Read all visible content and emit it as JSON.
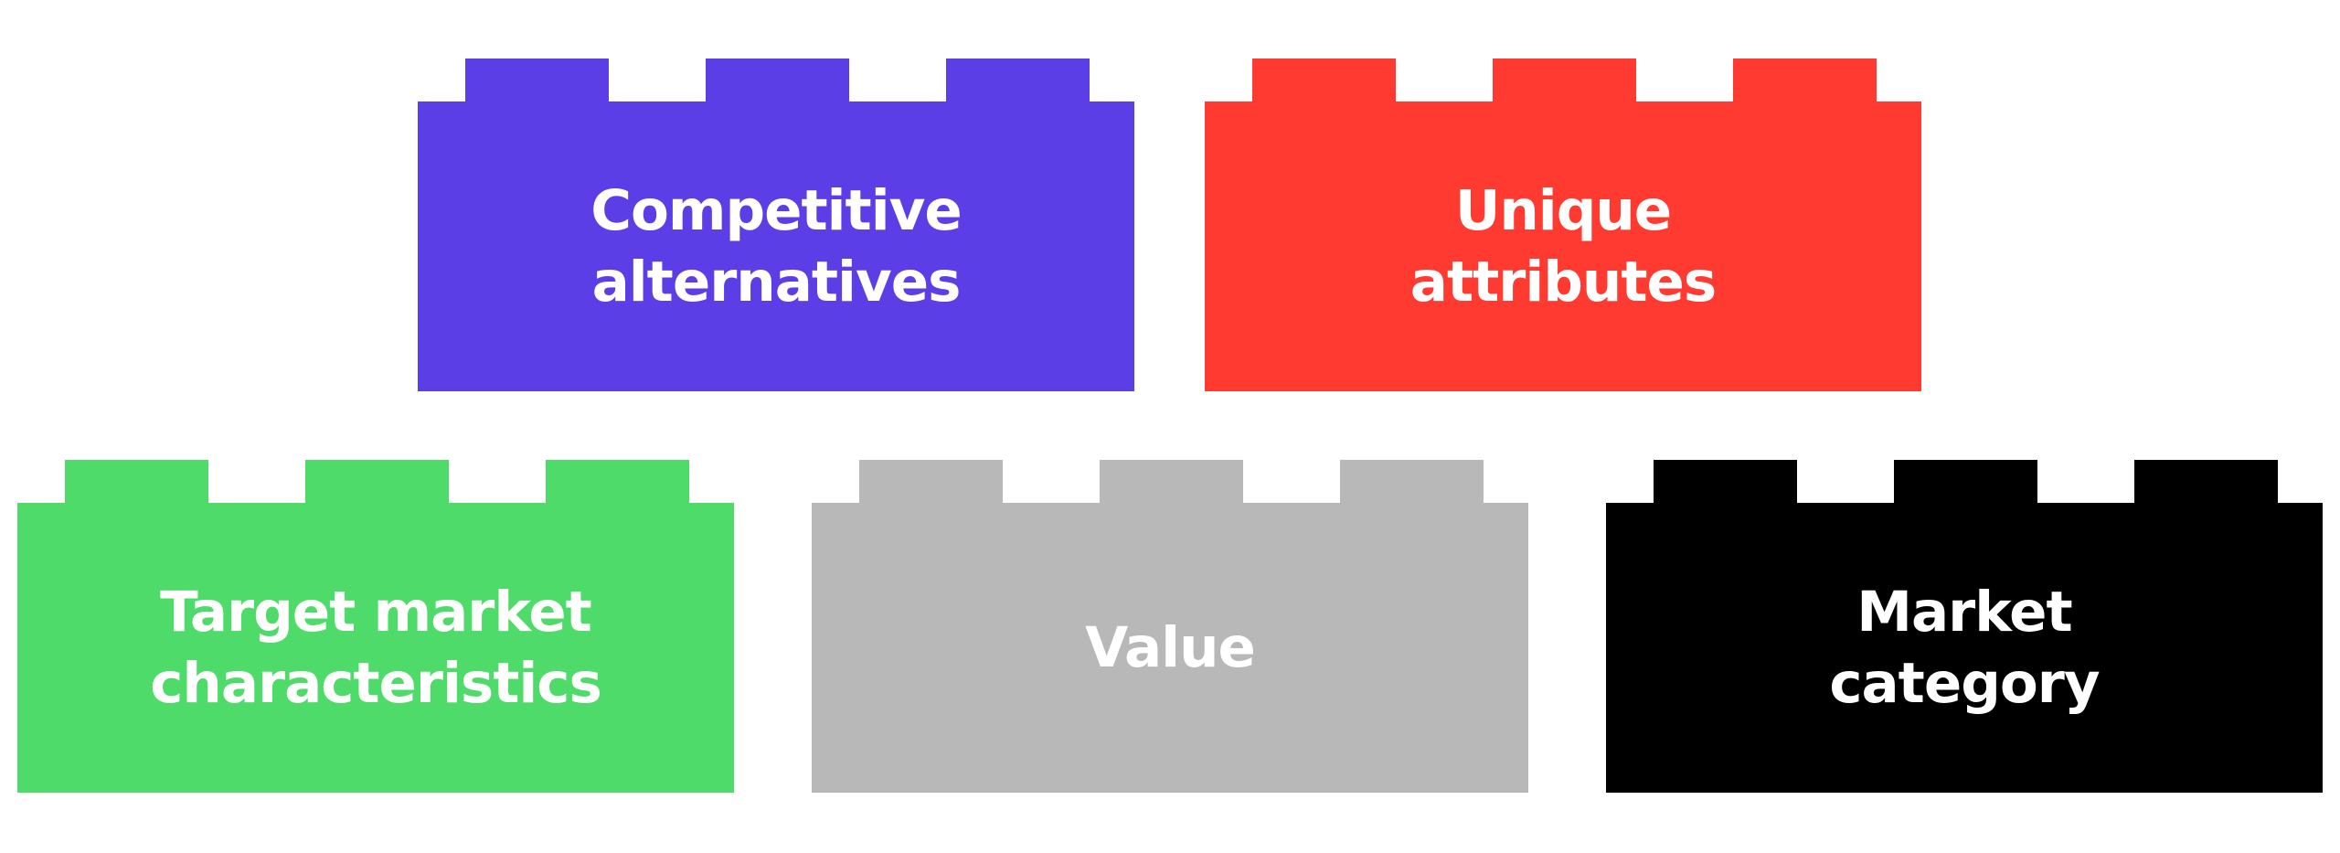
{
  "bricks": [
    {
      "id": "competitive",
      "color": "#5C3EE6",
      "lines": [
        "Competitive",
        "alternatives"
      ]
    },
    {
      "id": "unique",
      "color": "#FF3A31",
      "lines": [
        "Unique",
        "attributes"
      ]
    },
    {
      "id": "target",
      "color": "#4FDB6A",
      "lines": [
        "Target market",
        "characteristics"
      ]
    },
    {
      "id": "value",
      "color": "#B8B8B8",
      "lines": [
        "Value"
      ]
    },
    {
      "id": "market",
      "color": "#000000",
      "lines": [
        "Market",
        "category"
      ]
    }
  ]
}
